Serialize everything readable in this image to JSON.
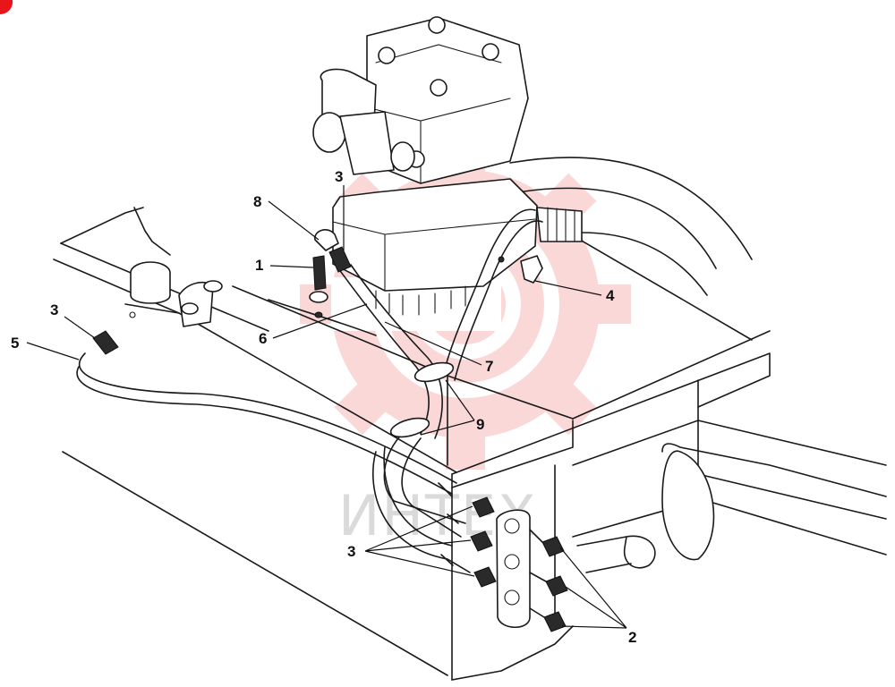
{
  "figure": {
    "callouts": {
      "c1": "1",
      "c2": "2",
      "c3": "3",
      "c4": "4",
      "c5": "5",
      "c6": "6",
      "c7": "7",
      "c8": "8",
      "c9": "9"
    },
    "watermark_text": "ИНТЕХ",
    "accent_color": "#e8151b",
    "watermark_color": "#f6a9a9"
  }
}
